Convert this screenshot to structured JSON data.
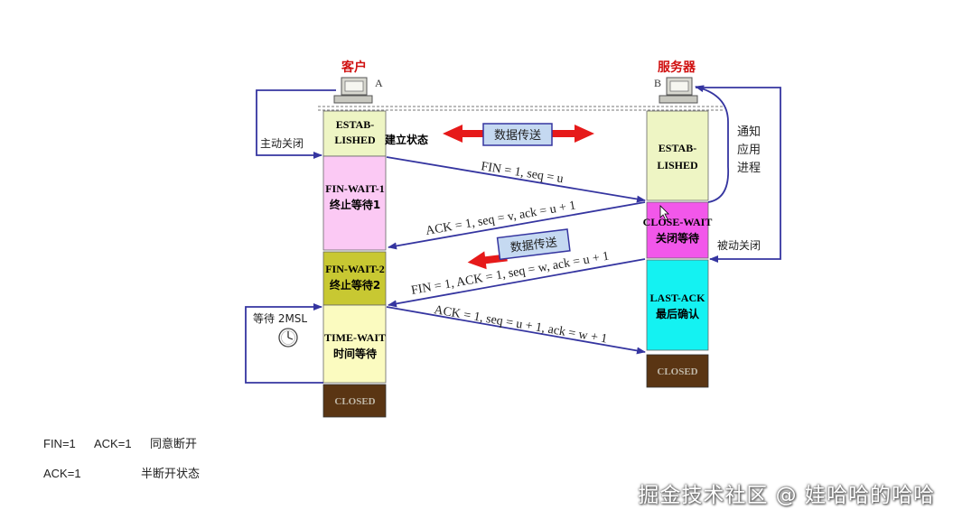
{
  "diagram": {
    "client": {
      "title": "客户",
      "letter": "A"
    },
    "server": {
      "title": "服务器",
      "letter": "B"
    },
    "client_states": [
      {
        "line1": "ESTAB-",
        "line2": "LISHED",
        "suffix": "建立状态",
        "color": "#eef5c4"
      },
      {
        "line1": "FIN-WAIT-1",
        "line2": "终止等待1",
        "color": "#fbc9f4"
      },
      {
        "line1": "FIN-WAIT-2",
        "line2": "终止等待2",
        "color": "#c8c832"
      },
      {
        "line1": "TIME-WAIT",
        "line2": "时间等待",
        "color": "#fbfbc0"
      },
      {
        "line1": "CLOSED",
        "color": "#5a3513"
      }
    ],
    "server_states": [
      {
        "line1": "ESTAB-",
        "line2": "LISHED",
        "color": "#eef5c4"
      },
      {
        "line1": "CLOSE-WAIT",
        "line2": "关闭等待",
        "color": "#f257ea"
      },
      {
        "line1": "LAST-ACK",
        "line2": "最后确认",
        "color": "#14f2f2"
      },
      {
        "line1": "CLOSED",
        "color": "#5a3513"
      }
    ],
    "data_transfer_1": "数据传送",
    "data_transfer_2": "数据传送",
    "active_close": "主动关闭",
    "passive_close": "被动关闭",
    "notify_app": [
      "通知",
      "应用",
      "进程"
    ],
    "wait_2msl": "等待 2MSL",
    "messages": [
      "FIN = 1, seq = u",
      "ACK = 1, seq = v, ack = u + 1",
      "FIN = 1, ACK = 1, seq = w, ack = u + 1",
      "ACK = 1, seq = u + 1, ack = w + 1"
    ]
  },
  "notes": [
    {
      "flags": [
        "FIN=1",
        "ACK=1"
      ],
      "meaning": "同意断开"
    },
    {
      "flags": [
        "ACK=1"
      ],
      "meaning": "半断开状态"
    }
  ],
  "watermark": "掘金技术社区 @ 娃哈哈的哈哈",
  "colors": {
    "arrow": "#3535a0",
    "red_arrow": "#e61a1a",
    "box_border": "#3535a0",
    "box_fill": "#c5d9f1"
  }
}
